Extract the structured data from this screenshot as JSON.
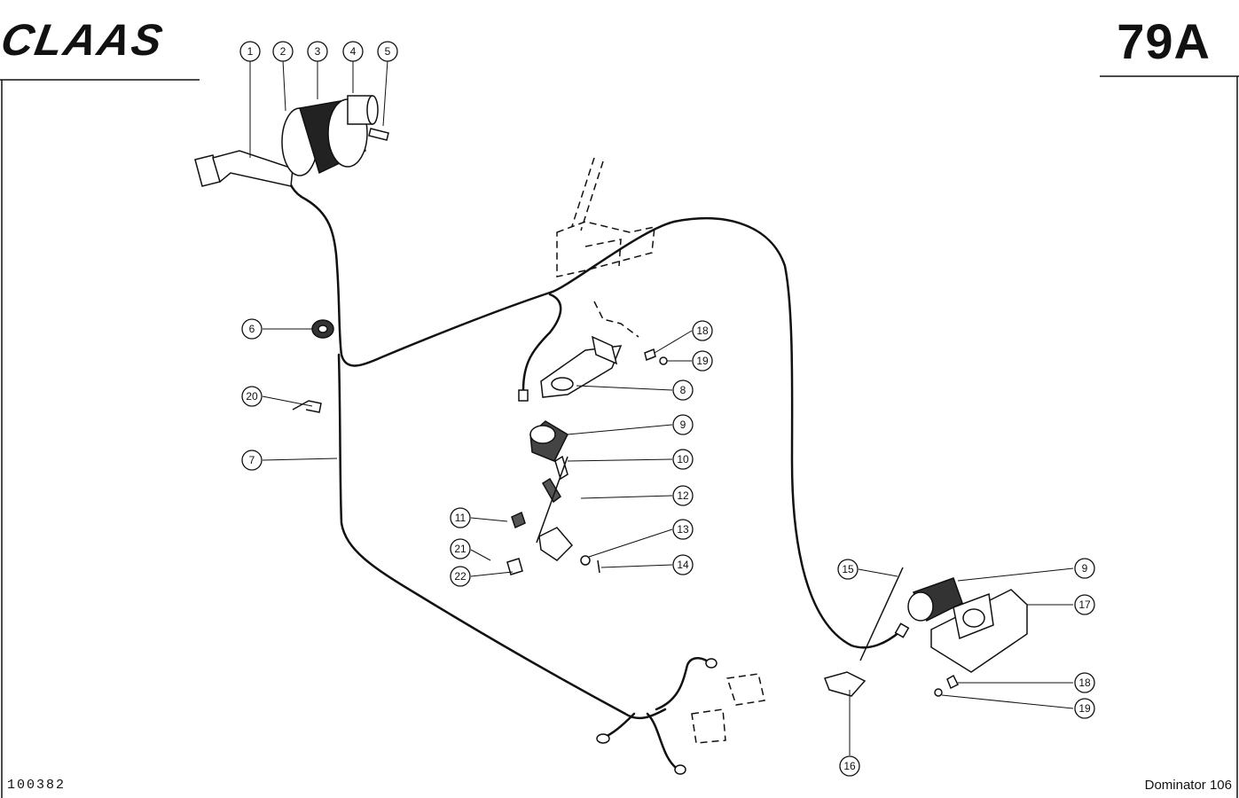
{
  "header": {
    "brand": "CLAAS",
    "page_number": "79A"
  },
  "footer": {
    "drawing_number": "100382",
    "model": "Dominator 106"
  },
  "callouts": [
    "1",
    "2",
    "3",
    "4",
    "5",
    "6",
    "20",
    "7",
    "11",
    "21",
    "22",
    "18",
    "19",
    "8",
    "9",
    "10",
    "12",
    "13",
    "14",
    "15",
    "9",
    "17",
    "18",
    "19",
    "16"
  ]
}
